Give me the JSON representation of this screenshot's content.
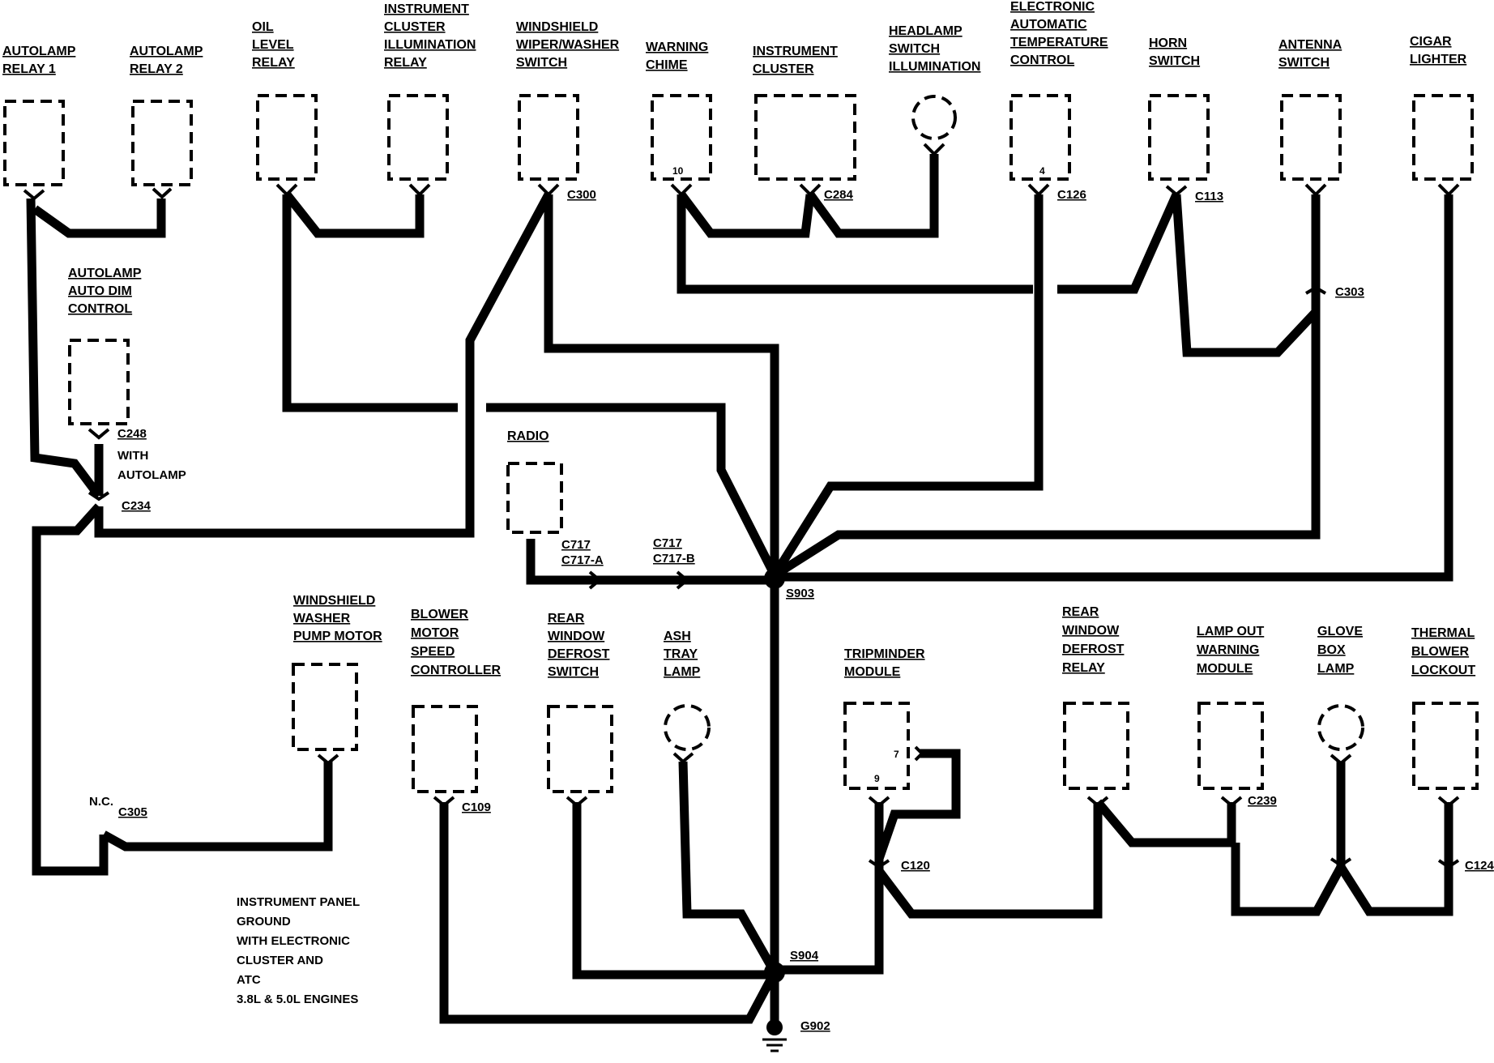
{
  "components": {
    "autolamp_relay_1": [
      "AUTOLAMP",
      "RELAY 1"
    ],
    "autolamp_relay_2": [
      "AUTOLAMP",
      "RELAY 2"
    ],
    "oil_level_relay": [
      "OIL",
      "LEVEL",
      "RELAY"
    ],
    "instrument_cluster_illumination_relay": [
      "INSTRUMENT",
      "CLUSTER",
      "ILLUMINATION",
      "RELAY"
    ],
    "windshield_wiper_washer_switch": [
      "WINDSHIELD",
      "WIPER/WASHER",
      "SWITCH"
    ],
    "warning_chime": [
      "WARNING",
      "CHIME"
    ],
    "instrument_cluster": [
      "INSTRUMENT",
      "CLUSTER"
    ],
    "headlamp_switch_illumination": [
      "HEADLAMP",
      "SWITCH",
      "ILLUMINATION"
    ],
    "electronic_automatic_temperature_control": [
      "ELECTRONIC",
      "AUTOMATIC",
      "TEMPERATURE",
      "CONTROL"
    ],
    "horn_switch": [
      "HORN",
      "SWITCH"
    ],
    "antenna_switch": [
      "ANTENNA",
      "SWITCH"
    ],
    "cigar_lighter": [
      "CIGAR",
      "LIGHTER"
    ],
    "autolamp_auto_dim_control": [
      "AUTOLAMP",
      "AUTO DIM",
      "CONTROL"
    ],
    "radio": [
      "RADIO"
    ],
    "windshield_washer_pump_motor": [
      "WINDSHIELD",
      "WASHER",
      "PUMP MOTOR"
    ],
    "blower_motor_speed_controller": [
      "BLOWER",
      "MOTOR",
      "SPEED",
      "CONTROLLER"
    ],
    "rear_window_defrost_switch": [
      "REAR",
      "WINDOW",
      "DEFROST",
      "SWITCH"
    ],
    "ash_tray_lamp": [
      "ASH",
      "TRAY",
      "LAMP"
    ],
    "tripminder_module": [
      "TRIPMINDER",
      "MODULE"
    ],
    "rear_window_defrost_relay": [
      "REAR",
      "WINDOW",
      "DEFROST",
      "RELAY"
    ],
    "lamp_out_warning_module": [
      "LAMP OUT",
      "WARNING",
      "MODULE"
    ],
    "glove_box_lamp": [
      "GLOVE",
      "BOX",
      "LAMP"
    ],
    "thermal_blower_lockout": [
      "THERMAL",
      "BLOWER",
      "LOCKOUT"
    ]
  },
  "connectors": {
    "c300": "C300",
    "c284": "C284",
    "c126": "C126",
    "c113": "C113",
    "c303": "C303",
    "c248": "C248",
    "c248_note": [
      "WITH",
      "AUTOLAMP"
    ],
    "c234": "C234",
    "c717_left": [
      "C717",
      "C717-A"
    ],
    "c717_right": [
      "C717",
      "C717-B"
    ],
    "c305": "C305",
    "c305_note": "N.C.",
    "c109": "C109",
    "c120": "C120",
    "c239": "C239",
    "c124": "C124"
  },
  "splices": {
    "s903": "S903",
    "s904": "S904"
  },
  "ground": {
    "g902": "G902"
  },
  "pins": {
    "warning_chime": "10",
    "eatc": "4",
    "tripminder_a": "7",
    "tripminder_b": "9"
  },
  "note_lines": [
    "INSTRUMENT PANEL",
    "GROUND",
    "WITH ELECTRONIC",
    "CLUSTER AND",
    "ATC",
    "3.8L & 5.0L ENGINES"
  ]
}
